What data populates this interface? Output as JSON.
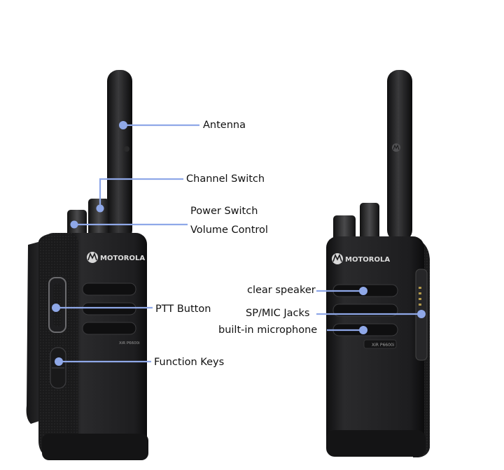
{
  "brand_left": "MOTOROLA",
  "brand_right": "MOTOROLA",
  "model_left": "XiR P6600i",
  "model_right": "XiR P6600i",
  "labels": {
    "antenna": "Antenna",
    "channel_switch": "Channel Switch",
    "power_switch": "Power Switch",
    "volume_control": "Volume Control",
    "ptt_button": "PTT Button",
    "function_keys": "Function Keys",
    "clear_speaker": "clear speaker",
    "sp_mic_jacks": "SP/MIC Jacks",
    "builtin_microphone": "built-in microphone"
  },
  "colors": {
    "pointer": "#8fa8e8",
    "radio_body": "#1b1b1d",
    "text": "#111111"
  }
}
